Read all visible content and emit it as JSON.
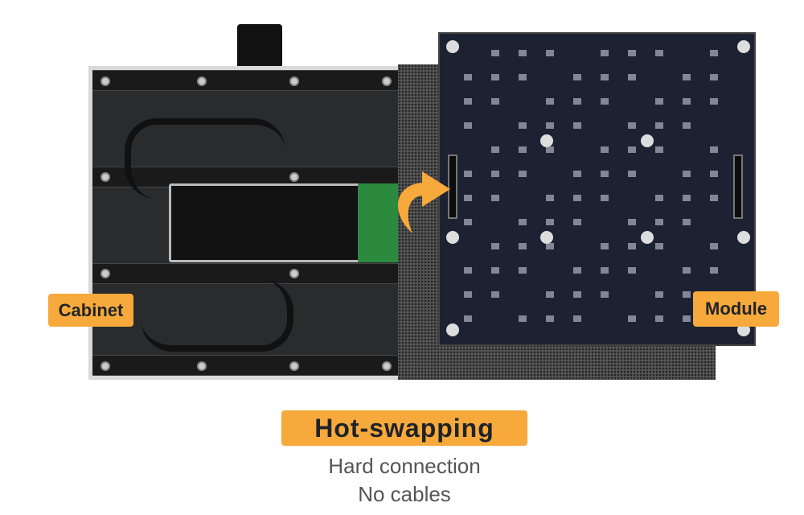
{
  "labels": {
    "cabinet": "Cabinet",
    "module": "Module"
  },
  "headline": "Hot-swapping",
  "features": [
    "Hard connection",
    "No cables"
  ],
  "colors": {
    "accent": "#f7a93b",
    "text": "#1f2329",
    "subtext": "#555555"
  }
}
